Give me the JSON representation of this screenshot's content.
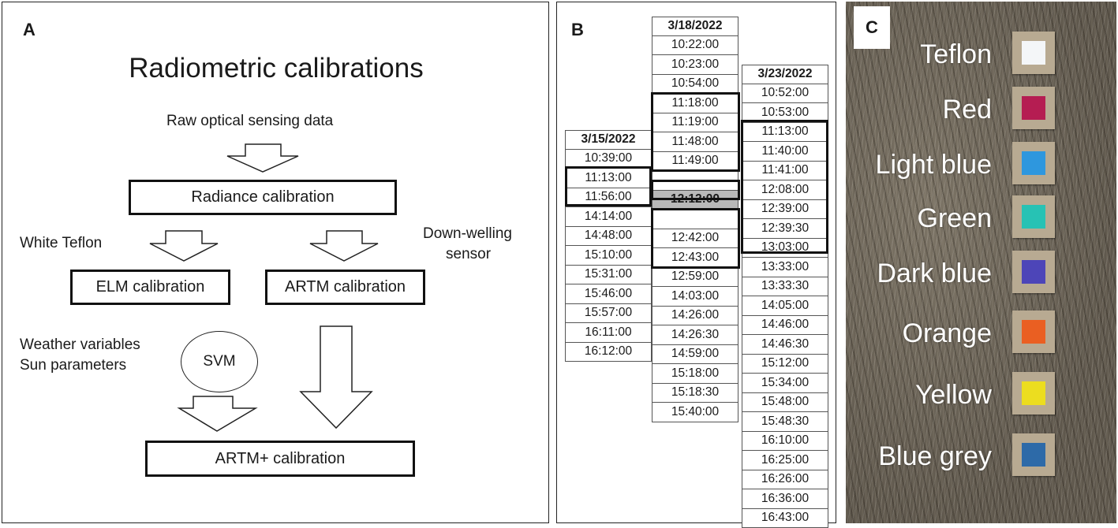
{
  "panel_a": {
    "letter": "A",
    "title": "Radiometric calibrations",
    "raw_data": "Raw optical sensing data",
    "radiance_box": "Radiance calibration",
    "white_teflon": "White Teflon",
    "down_welling_1": "Down-welling",
    "down_welling_2": "sensor",
    "elm_box": "ELM calibration",
    "artm_box": "ARTM calibration",
    "weather_1": "Weather variables",
    "weather_2": "Sun parameters",
    "svm": "SVM",
    "artm_plus_box": "ARTM+ calibration"
  },
  "panel_b": {
    "letter": "B",
    "columns": [
      {
        "header": "3/15/2022",
        "times": [
          "10:39:00",
          "11:13:00",
          "11:56:00",
          "14:14:00",
          "14:48:00",
          "15:10:00",
          "15:31:00",
          "15:46:00",
          "15:57:00",
          "16:11:00",
          "16:12:00"
        ]
      },
      {
        "header": "3/18/2022",
        "times": [
          "10:22:00",
          "10:23:00",
          "10:54:00",
          "11:18:00",
          "11:19:00",
          "11:48:00",
          "11:49:00",
          "",
          "12:12:00",
          "",
          "12:42:00",
          "12:43:00",
          "12:59:00",
          "14:03:00",
          "14:26:00",
          "14:26:30",
          "14:59:00",
          "15:18:00",
          "15:18:30",
          "15:40:00"
        ]
      },
      {
        "header": "3/23/2022",
        "times": [
          "10:52:00",
          "10:53:00",
          "11:13:00",
          "11:40:00",
          "11:41:00",
          "12:08:00",
          "12:39:00",
          "12:39:30",
          "13:03:00",
          "13:33:00",
          "13:33:30",
          "14:05:00",
          "14:46:00",
          "14:46:30",
          "15:12:00",
          "15:34:00",
          "15:48:00",
          "15:48:30",
          "16:10:00",
          "16:25:00",
          "16:26:00",
          "16:36:00",
          "16:43:00"
        ]
      }
    ]
  },
  "panel_c": {
    "letter": "C",
    "panels": [
      {
        "name": "Teflon",
        "color": "#f4f6f8"
      },
      {
        "name": "Red",
        "color": "#b51d52"
      },
      {
        "name": "Light blue",
        "color": "#2e97de"
      },
      {
        "name": "Green",
        "color": "#27c2b4"
      },
      {
        "name": "Dark blue",
        "color": "#4d45b8"
      },
      {
        "name": "Orange",
        "color": "#ea5f22"
      },
      {
        "name": "Yellow",
        "color": "#ecdd1f"
      },
      {
        "name": "Blue grey",
        "color": "#2d6aa8"
      }
    ]
  }
}
